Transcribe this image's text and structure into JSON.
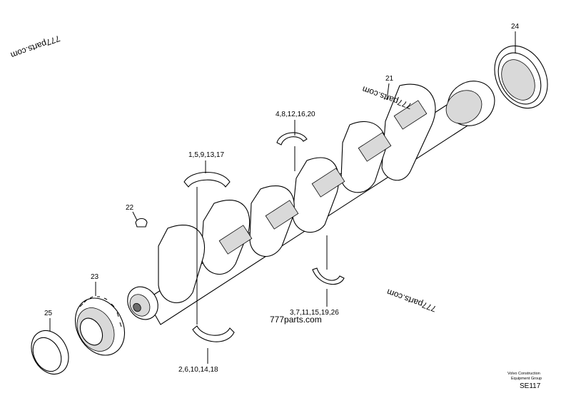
{
  "callouts": {
    "c24": "24",
    "c21": "21",
    "c4_8": "4,8,12,16,20",
    "c1_5": "1,5,9,13,17",
    "c22": "22",
    "c23": "23",
    "c25": "25",
    "c2_6": "2,6,10,14,18",
    "c3_7": "3,7,11,15,19,26"
  },
  "watermarks": {
    "w1": "777parts.com",
    "w2": "777parts.com",
    "w3": "777parts.com",
    "w4": "777parts.com"
  },
  "footer": {
    "line1": "Volvo Construction",
    "line2": "Equipment Group",
    "code": "SE117"
  }
}
